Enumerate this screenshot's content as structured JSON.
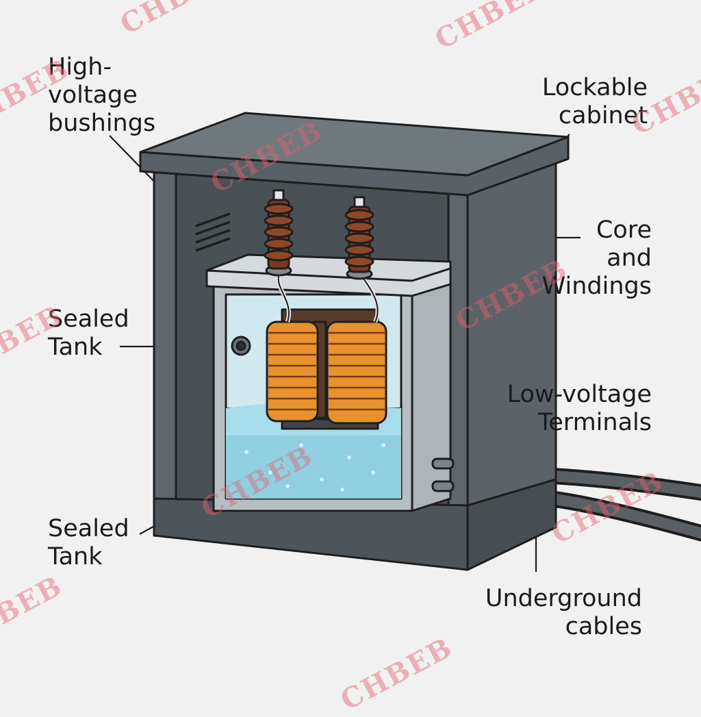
{
  "labels": {
    "high_voltage_bushings": [
      "High-",
      "voltage",
      "bushings"
    ],
    "lockable_cabinet": [
      "Lockable",
      "cabinet"
    ],
    "core_and_windings": [
      "Core",
      "and",
      "Windings"
    ],
    "sealed_tank_upper": [
      "Sealed",
      "Tank"
    ],
    "low_voltage_terminals": [
      "Low-voltage",
      "Terminals"
    ],
    "sealed_tank_lower": [
      "Sealed",
      "Tank"
    ],
    "underground_cables": [
      "Underground",
      "cables"
    ]
  },
  "watermark": "CHBEB",
  "colors": {
    "background": "#f1f1f1",
    "cabinet": "#5b6368",
    "cabinet_top": "#6f787d",
    "bushing": "#7a3b21",
    "coil": "#e8922e",
    "oil": "#9fd6e3",
    "outline": "#1e1e1e",
    "watermark": "#e8606e"
  }
}
